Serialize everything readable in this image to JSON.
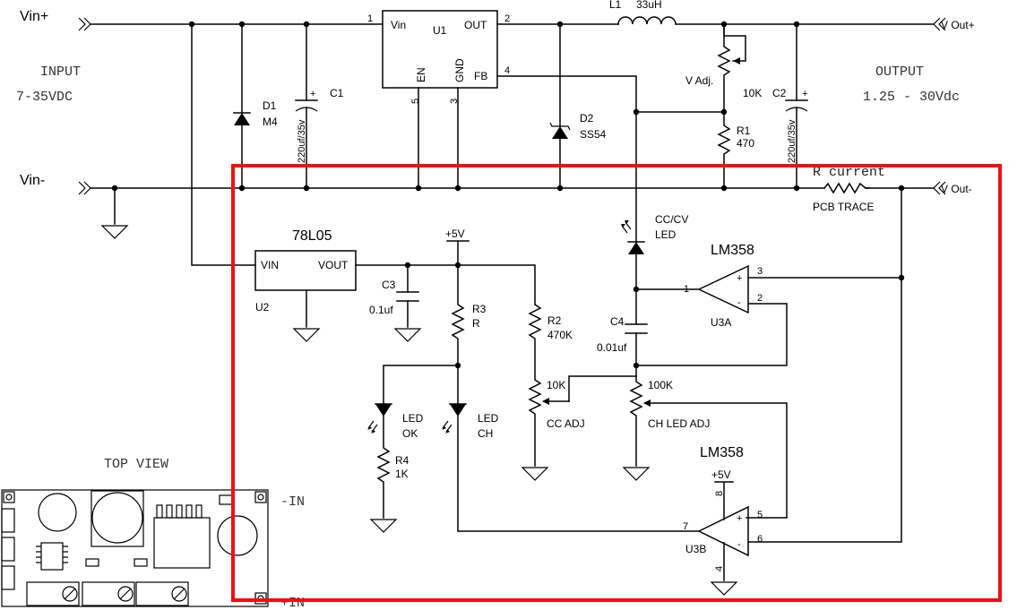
{
  "labels": {
    "vin_plus": "Vin+",
    "vin_minus": "Vin-",
    "input_title": "INPUT",
    "input_range": "7-35VDC",
    "output_title": "OUTPUT",
    "output_range": "1.25 - 30Vdc",
    "vout_plus": "V Out+",
    "vout_minus": "V Out-",
    "r_current": "R current",
    "pcb_trace": "PCB TRACE",
    "top_view": "TOP VIEW",
    "minus_in": "-IN",
    "plus_in": "+IN"
  },
  "u1": {
    "ref": "U1",
    "pin_vin": "Vin",
    "pin_out": "OUT",
    "pin_en": "EN",
    "pin_gnd": "GND",
    "pin_fb": "FB",
    "num_1": "1",
    "num_2": "2",
    "num_3": "3",
    "num_4": "4",
    "num_5": "5"
  },
  "l1": {
    "ref": "L1",
    "value": "33uH"
  },
  "d1": {
    "ref": "D1",
    "value": "M4"
  },
  "c1": {
    "ref": "C1",
    "value": "220uf/35v"
  },
  "d2": {
    "ref": "D2",
    "value": "SS54"
  },
  "vadj": {
    "label": "V Adj.",
    "value": "10K"
  },
  "r1": {
    "ref": "R1",
    "value": "470"
  },
  "c2": {
    "ref": "C2",
    "value": "220uf/35v"
  },
  "u2": {
    "part": "78L05",
    "ref": "U2",
    "pin_vin": "VIN",
    "pin_vout": "VOUT"
  },
  "c3": {
    "ref": "C3",
    "value": "0.1uf"
  },
  "plus5v": "+5V",
  "r3": {
    "ref": "R3",
    "value": "R"
  },
  "r2": {
    "ref": "R2",
    "value": "470K"
  },
  "cccv_led": {
    "line1": "CC/CV",
    "line2": "LED"
  },
  "c4": {
    "ref": "C4",
    "value": "0.01uf"
  },
  "u3a": {
    "part": "LM358",
    "ref": "U3A",
    "pin_1": "1",
    "pin_2": "2",
    "pin_3": "3"
  },
  "u3b": {
    "part": "LM358",
    "ref": "U3B",
    "pin_4": "4",
    "pin_5": "5",
    "pin_6": "6",
    "pin_7": "7",
    "pin_8": "8",
    "supply": "+5V"
  },
  "led_ok": {
    "line1": "LED",
    "line2": "OK"
  },
  "led_ch": {
    "line1": "LED",
    "line2": "CH"
  },
  "r4": {
    "ref": "R4",
    "value": "1K"
  },
  "cc_adj": {
    "value": "10K",
    "label": "CC ADJ"
  },
  "ch_led_adj": {
    "value": "100K",
    "label": "CH LED ADJ"
  },
  "op_signs": {
    "plus": "+",
    "minus": "-"
  },
  "colors": {
    "highlight": "#ee1111",
    "ink": "#000000"
  }
}
